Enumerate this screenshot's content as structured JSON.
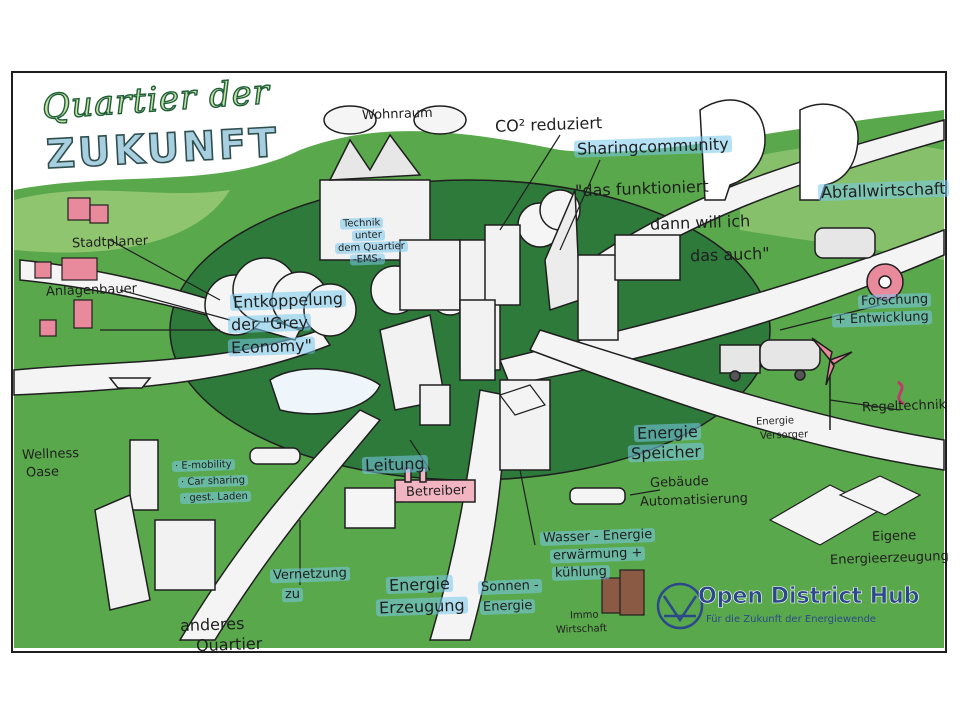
{
  "title": {
    "line1": "Quartier der",
    "line2": "ZUKUNFT"
  },
  "labels": {
    "wohnraum": "Wohnraum",
    "co2": "CO² reduziert",
    "sharing": "Sharingcommunity",
    "quote1": "\"das funktioniert",
    "quote2": "dann will ich",
    "quote3": "das auch\"",
    "abfall": "Abfallwirtschaft",
    "technik1": "Technik",
    "technik2": "unter",
    "technik3": "dem Quartier",
    "technik4": "-EMS-",
    "stadtplaner": "Stadtplaner",
    "anlagenbauer": "Anlagenbauer",
    "entkopplung1": "Entkoppelung",
    "entkopplung2": "der \"Grey",
    "entkopplung3": "Economy\"",
    "forschung1": "Forschung",
    "forschung2": "+ Entwicklung",
    "regelstrak": "Regeltechnik",
    "energieversorger1": "Energie",
    "energieversorger2": "Versorger",
    "speicher1": "Energie",
    "speicher2": "Speicher",
    "wellness1": "Wellness",
    "wellness2": "Oase",
    "emob1": "· E-mobility",
    "emob2": "· Car sharing",
    "emob3": "· gest. Laden",
    "leitung": "Leitung",
    "betreiber": "Betreiber",
    "gebaeude1": "Gebäude",
    "gebaeude2": "Automatisierung",
    "wasser1": "Wasser - Energie",
    "wasser2": "erwärmung +",
    "wasser3": "kühlung",
    "eigene1": "Eigene",
    "eigene2": "Energieerzeugung",
    "vernetzung1": "Vernetzung",
    "vernetzung2": "zu",
    "erzeugung1": "Energie",
    "erzeugung2": "Erzeugung",
    "sonnen1": "Sonnen -",
    "sonnen2": "Energie",
    "immo1": "Immo",
    "immo2": "Wirtschaft",
    "anderes1": "anderes",
    "anderes2": "Quartier"
  },
  "logo": {
    "name": "Open District Hub",
    "tagline": "Für die Zukunft der Energiewende"
  },
  "colors": {
    "grass": "#55a84a",
    "grass_light": "#8cc46a",
    "road": "#f2f2f2",
    "outline": "#1f1f1f",
    "highlight": "#8fd0ee",
    "accent_pink": "#f1b5c1",
    "logo_blue": "#2c4a8a"
  },
  "icons": [
    "house-icon",
    "factory-icon",
    "truck-icon",
    "gear-icon",
    "wind-turbine-icon",
    "solar-panel-icon",
    "car-icon",
    "boat-icon",
    "person-icon",
    "dna-icon"
  ]
}
